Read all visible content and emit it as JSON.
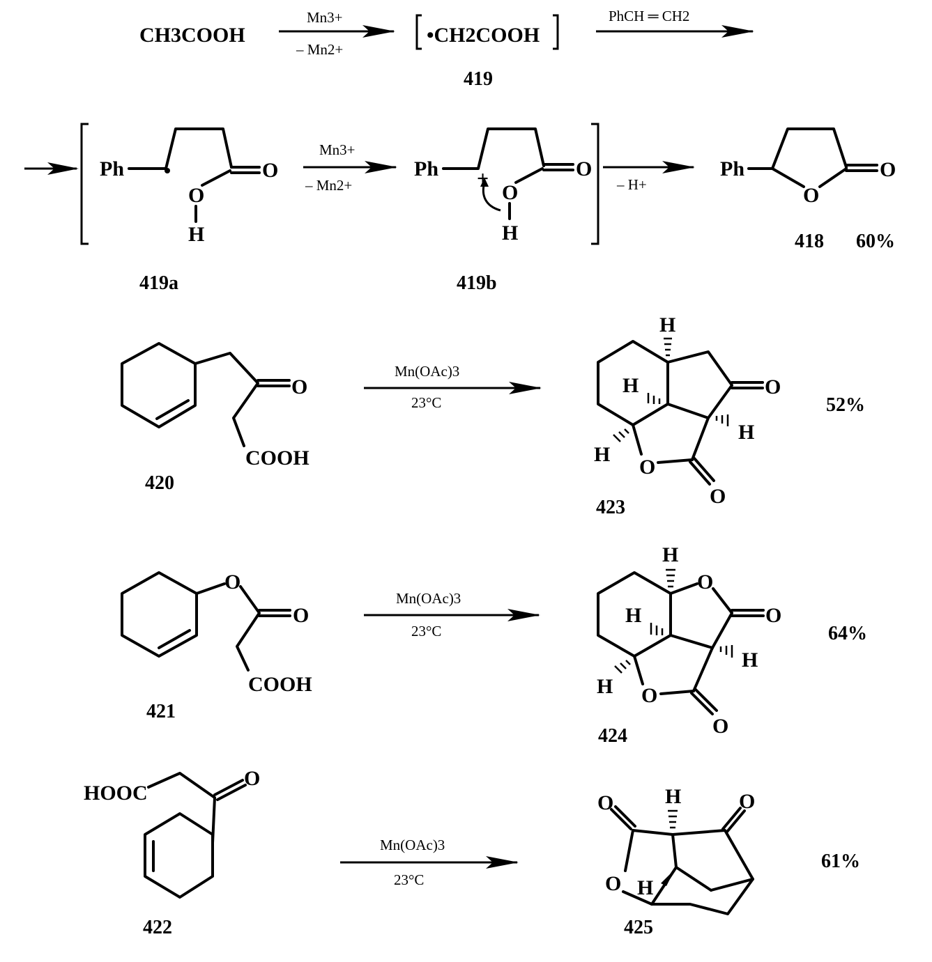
{
  "row1": {
    "reactant": "CH3COOH",
    "arrow1_top": "Mn3+",
    "arrow1_bottom": "– Mn2+",
    "radical": "•CH2COOH",
    "radical_label": "419",
    "arrow2_top": "PhCH ═ CH2"
  },
  "row2": {
    "label_419a": "419a",
    "label_419b": "419b",
    "arrow1_top": "Mn3+",
    "arrow1_bottom": "– Mn2+",
    "arrow2_bottom": "– H+",
    "product_label": "418",
    "product_yield": "60%"
  },
  "reaction_420": {
    "reactant_label": "420",
    "reagent": "Mn(OAc)3",
    "conditions": "23°C",
    "product_label": "423",
    "yield": "52%"
  },
  "reaction_421": {
    "reactant_label": "421",
    "reagent": "Mn(OAc)3",
    "conditions": "23°C",
    "product_label": "424",
    "yield": "64%"
  },
  "reaction_422": {
    "reactant_label": "422",
    "reagent": "Mn(OAc)3",
    "conditions": "23°C",
    "product_label": "425",
    "yield": "61%"
  },
  "atoms": {
    "Ph": "Ph",
    "O": "O",
    "H": "H",
    "COOH": "COOH",
    "HOOC": "HOOC",
    "plus": "+",
    "dot": "•"
  }
}
